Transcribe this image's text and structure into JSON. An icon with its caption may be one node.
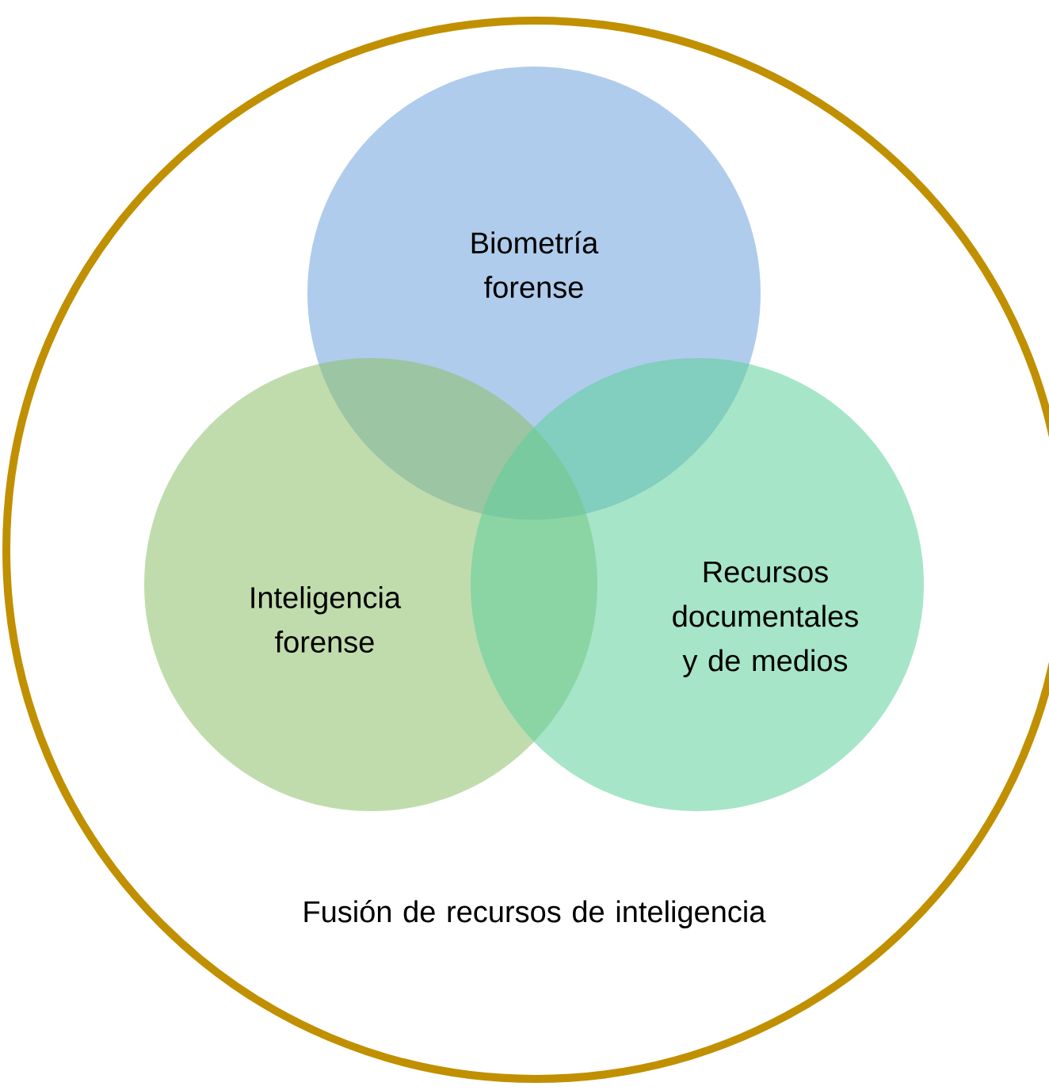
{
  "diagram": {
    "nodes": [
      {
        "text": [
          "Fusión de recursos de inteligencia"
        ]
      },
      {
        "text": [
          "Biometría forense"
        ],
        "in": 0
      },
      {
        "text": [
          "Inteligencia forense"
        ],
        "in": 0
      },
      {
        "text": [
          "Recursos documentales y de medios"
        ],
        "in": 0
      }
    ]
  }
}
